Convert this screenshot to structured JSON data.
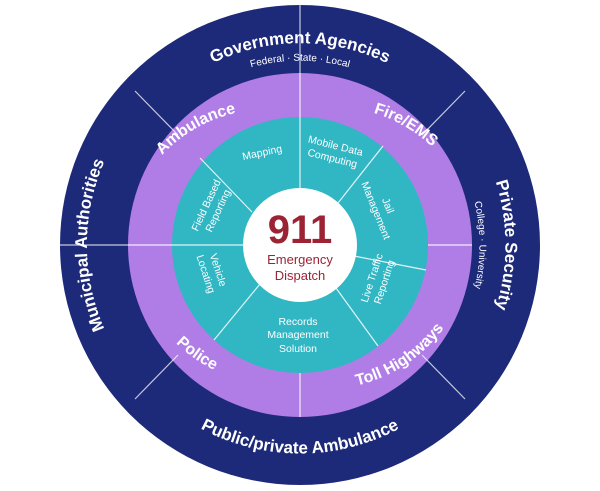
{
  "colors": {
    "outer_ring": "#1d2a7a",
    "middle_ring": "#b07de6",
    "inner_ring": "#31b6c4",
    "center": "#ffffff",
    "center_text": "#9b2333",
    "divider": "#ffffff"
  },
  "center": {
    "number": "911",
    "line1": "Emergency",
    "line2": "Dispatch"
  },
  "outer": {
    "government": {
      "title": "Government Agencies",
      "subtitle": "Federal · State · Local"
    },
    "private_security": {
      "title": "Private Security",
      "subtitle": "College · University"
    },
    "public_private_ambulance": {
      "title": "Public/private Ambulance"
    },
    "municipal": {
      "title": "Municipal Authorities"
    }
  },
  "middle": {
    "ambulance": "Ambulance",
    "fire_ems": "Fire/EMS",
    "toll_highways": "Toll Highways",
    "police": "Police"
  },
  "inner": {
    "mapping": "Mapping",
    "mobile_data_1": "Mobile Data",
    "mobile_data_2": "Computing",
    "jail_1": "Jail",
    "jail_2": "Management",
    "live_traffic_1": "Live Traffic",
    "live_traffic_2": "Reporting",
    "records_1": "Records",
    "records_2": "Management",
    "records_3": "Solution",
    "vehicle_1": "Vehicle",
    "vehicle_2": "Locating",
    "field_1": "Field Based",
    "field_2": "Reporting"
  }
}
